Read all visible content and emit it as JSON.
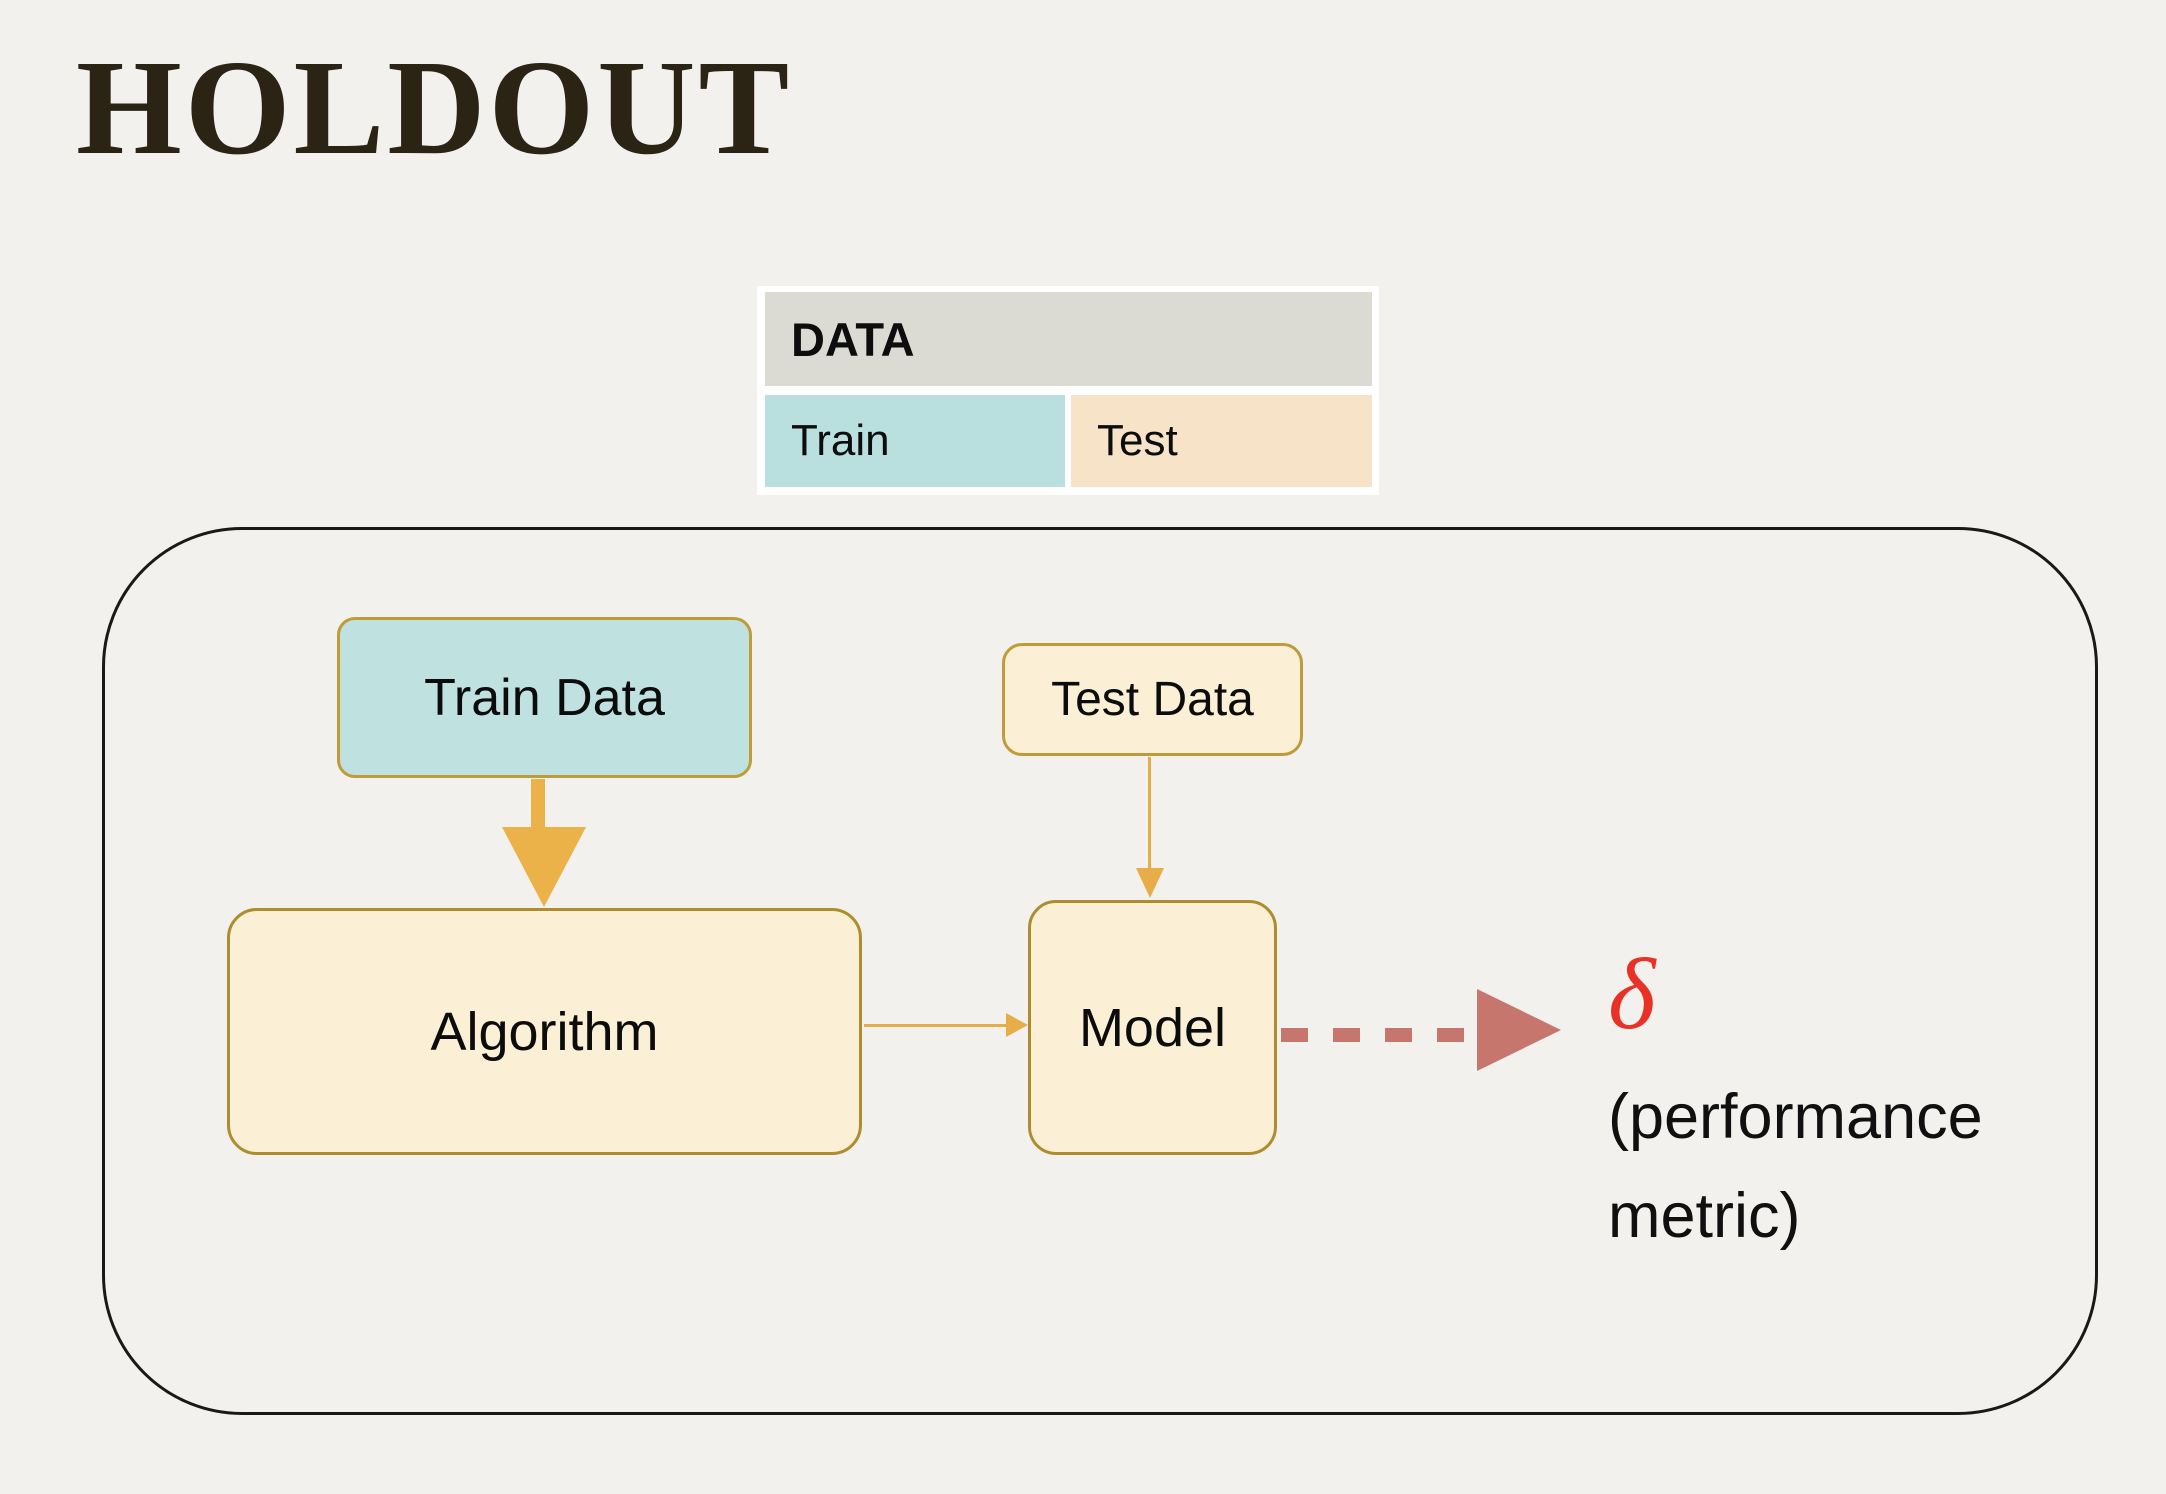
{
  "slide": {
    "title": "HOLDOUT",
    "title_color": "#2b2314",
    "background": "#f2f1ee"
  },
  "data_table": {
    "header_label": "DATA",
    "header_bg": "#dbdad3",
    "cells": [
      {
        "label": "Train",
        "bg": "#b9dfde"
      },
      {
        "label": "Test",
        "bg": "#f6e3c8"
      }
    ]
  },
  "flow": {
    "panel_border": "#191919",
    "train_data": {
      "label": "Train Data",
      "bg": "#bfe1e0",
      "border": "#bf9b3a"
    },
    "test_data": {
      "label": "Test Data",
      "bg": "#fbf0d5",
      "border": "#bf9b3a"
    },
    "algorithm": {
      "label": "Algorithm",
      "bg": "#fbf0d5",
      "border": "#ad8d2d"
    },
    "model": {
      "label": "Model",
      "bg": "#fbf0d5",
      "border": "#ad8d2d"
    },
    "edges": [
      {
        "from": "Train Data",
        "to": "Algorithm",
        "style": "thick-solid",
        "color": "#ecb24a"
      },
      {
        "from": "Test Data",
        "to": "Model",
        "style": "thin-solid",
        "color": "#e7ad49"
      },
      {
        "from": "Algorithm",
        "to": "Model",
        "style": "thin-solid",
        "color": "#e7ad49"
      },
      {
        "from": "Model",
        "to": "performance metric",
        "style": "thick-dashed",
        "color": "#c7766e"
      }
    ]
  },
  "output": {
    "symbol": "δ",
    "symbol_color": "#e93125",
    "caption": "(performance metric)"
  }
}
